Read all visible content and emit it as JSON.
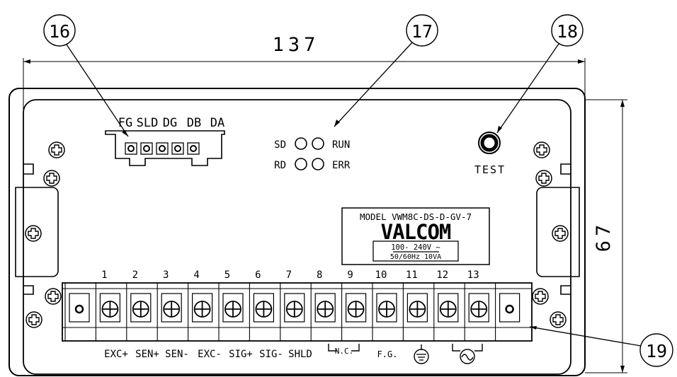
{
  "dimensions": {
    "width_value": "137",
    "height_value": "67"
  },
  "callouts": [
    "16",
    "17",
    "18",
    "19"
  ],
  "connector": {
    "pin_labels": [
      "FG",
      "SLD",
      "DG",
      "DB",
      "DA"
    ]
  },
  "leds": {
    "left_labels": [
      "SD",
      "RD"
    ],
    "right_labels": [
      "RUN",
      "ERR"
    ]
  },
  "test_button": {
    "label": "TEST"
  },
  "nameplate": {
    "model": "MODEL VWM8C-DS-D-GV-7",
    "brand": "VALCOM",
    "voltage": "100- 240V ~",
    "frequency": "50/60Hz 10VA"
  },
  "terminal_block": {
    "numbers": [
      "1",
      "2",
      "3",
      "4",
      "5",
      "6",
      "7",
      "8",
      "9",
      "10",
      "11",
      "12",
      "13"
    ],
    "signal_labels": [
      "EXC+",
      "SEN+",
      "SEN-",
      "EXC-",
      "SIG+",
      "SIG-",
      "SHLD"
    ],
    "nc_label": "N.C.",
    "fg_label": "F.G.",
    "ground_symbol": "earth-ground",
    "ac_symbol": "ac-power"
  }
}
